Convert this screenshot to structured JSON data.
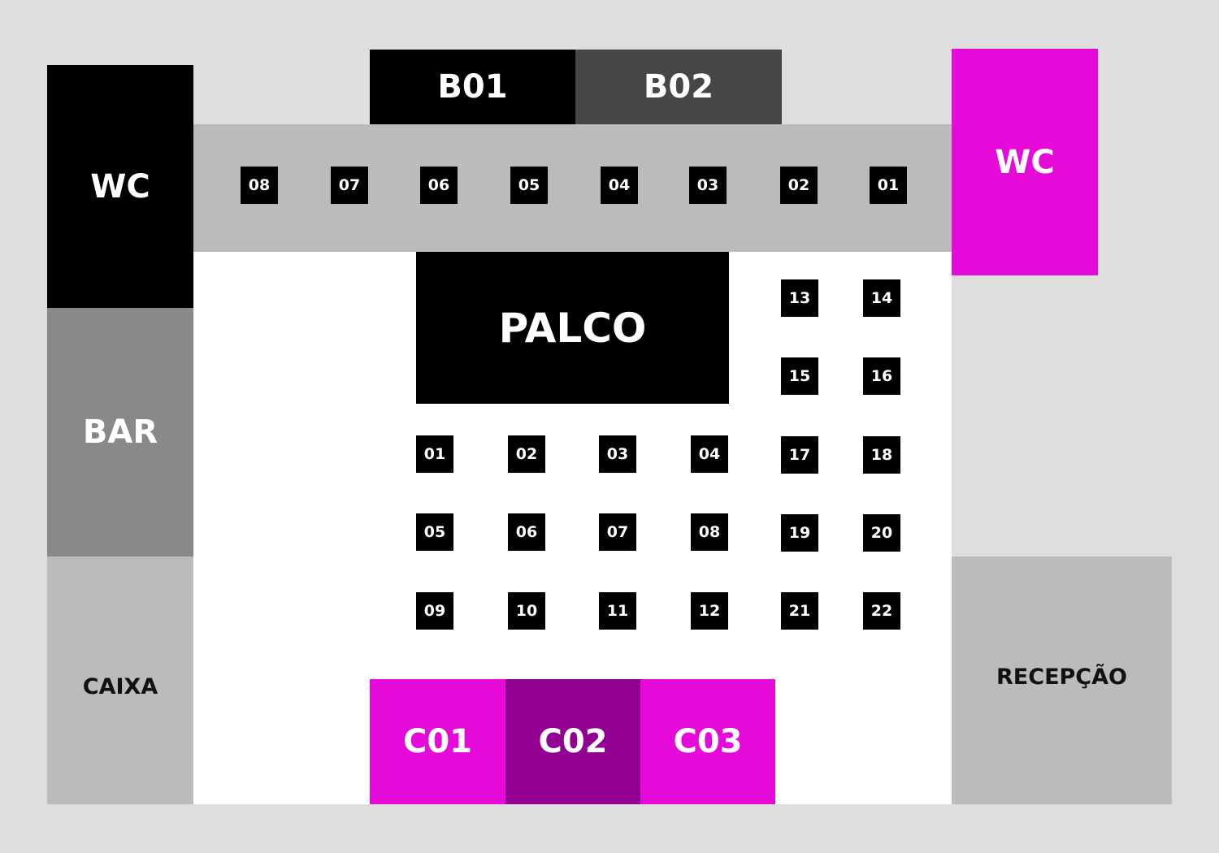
{
  "colors": {
    "background": "#dedede",
    "floor": "#ffffff",
    "corridor": "#bbbbbb",
    "black": "#000000",
    "dark_gray": "#464646",
    "gray": "#898989",
    "light_gray": "#bbbbbb",
    "magenta": "#e60ad9",
    "purple": "#920092"
  },
  "zones": {
    "wc_left": "WC",
    "bar": "BAR",
    "caixa": "CAIXA",
    "b01": "B01",
    "b02": "B02",
    "wc_right": "WC",
    "palco": "PALCO",
    "recepcao": "RECEPÇÃO",
    "c01": "C01",
    "c02": "C02",
    "c03": "C03"
  },
  "corridor_tables": [
    "08",
    "07",
    "06",
    "05",
    "04",
    "03",
    "02",
    "01"
  ],
  "floor_tables": {
    "grid_left": [
      [
        "01",
        "02",
        "03",
        "04"
      ],
      [
        "05",
        "06",
        "07",
        "08"
      ],
      [
        "09",
        "10",
        "11",
        "12"
      ]
    ],
    "grid_right": [
      [
        "13",
        "14"
      ],
      [
        "15",
        "16"
      ],
      [
        "17",
        "18"
      ],
      [
        "19",
        "20"
      ],
      [
        "21",
        "22"
      ]
    ]
  }
}
